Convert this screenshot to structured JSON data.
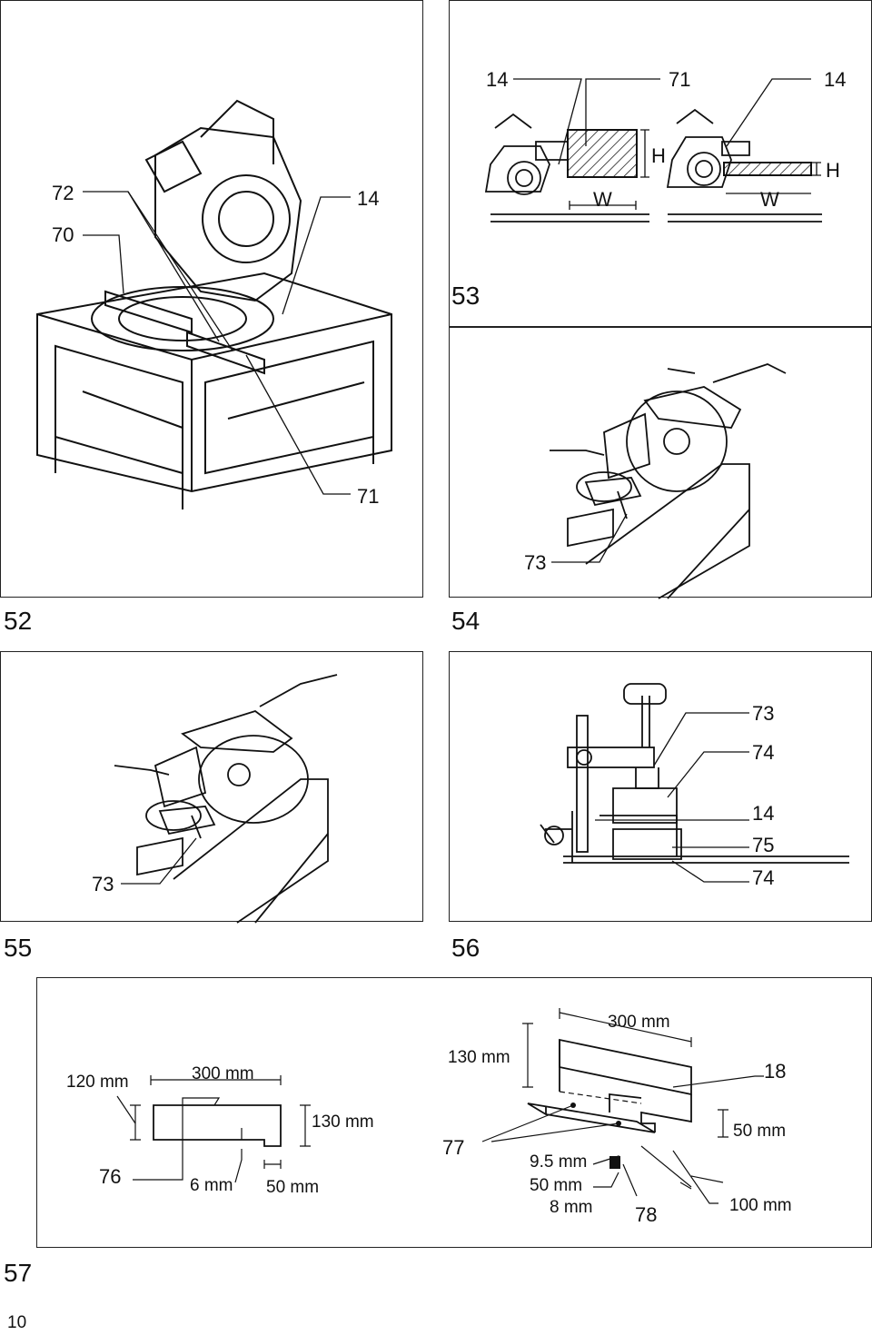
{
  "page_number": "10",
  "fig52": {
    "number": "52",
    "callouts": {
      "a": "72",
      "b": "70",
      "c": "14",
      "d": "71"
    }
  },
  "fig53": {
    "number": "53",
    "callouts": {
      "a": "14",
      "b": "71",
      "c": "14"
    },
    "dims": {
      "h1": "H",
      "w1": "W",
      "h2": "H",
      "w2": "W"
    }
  },
  "fig54": {
    "number": "54",
    "callouts": {
      "a": "73"
    }
  },
  "fig55": {
    "number": "55",
    "callouts": {
      "a": "73"
    }
  },
  "fig56": {
    "number": "56",
    "callouts": {
      "a": "73",
      "b": "74",
      "c": "14",
      "d": "75",
      "e": "74"
    }
  },
  "fig57": {
    "number": "57",
    "left": {
      "d120": "120 mm",
      "d300": "300 mm",
      "d130": "130 mm",
      "c76": "76",
      "d6": "6 mm",
      "d50": "50 mm"
    },
    "right": {
      "d130": "130 mm",
      "d300": "300 mm",
      "c18": "18",
      "c77": "77",
      "d95": "9.5 mm",
      "d50a": "50 mm",
      "d8": "8 mm",
      "c78": "78",
      "d50b": "50 mm",
      "d100": "100 mm"
    }
  }
}
